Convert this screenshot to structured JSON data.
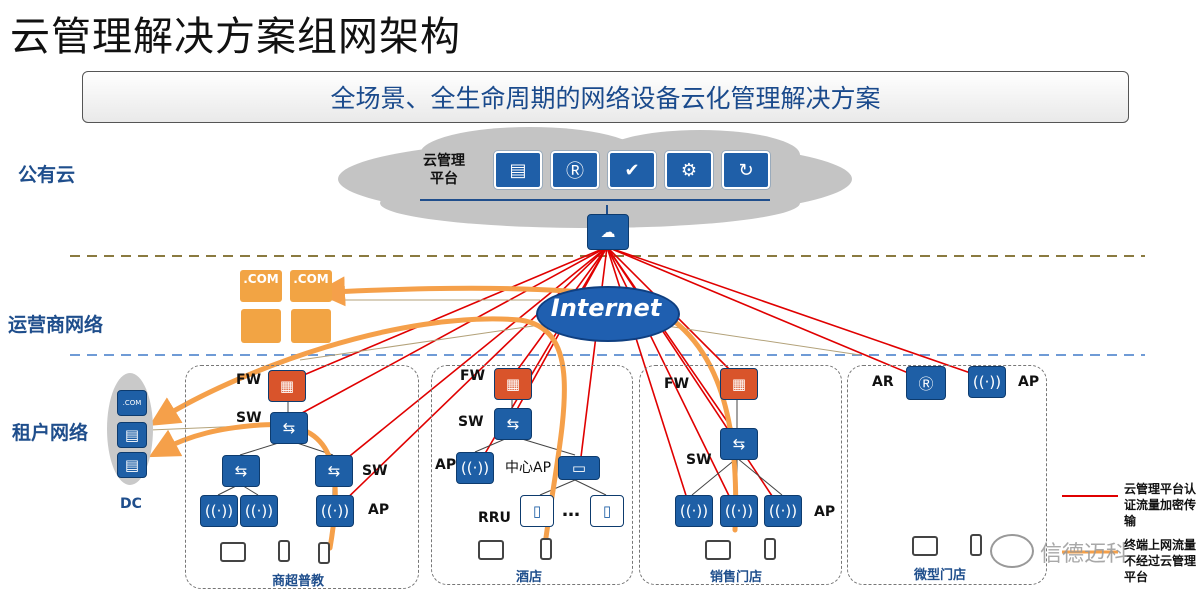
{
  "title": "云管理解决方案组网架构",
  "banner": "全场景、全生命周期的网络设备云化管理解决方案",
  "layers": {
    "public_cloud": "公有云",
    "carrier": "运营商网络",
    "tenant": "租户网络"
  },
  "cloud": {
    "platform_label": "云管理平台",
    "icons": [
      "server-icon",
      "cursor-r-icon",
      "shield-cursor-icon",
      "cloud-gear-icon",
      "cloud-refresh-icon"
    ]
  },
  "internet_label": "Internet",
  "com_label": ".COM",
  "dc_label": "DC",
  "zones": [
    {
      "name": "商超普教",
      "fw": "FW",
      "sw": "SW",
      "sw2": "SW",
      "ap": "AP"
    },
    {
      "name": "酒店",
      "fw": "FW",
      "sw": "SW",
      "ap": "AP",
      "center_ap": "中心AP",
      "rru": "RRU",
      "ellipsis": "…"
    },
    {
      "name": "销售门店",
      "fw": "FW",
      "sw": "SW",
      "ap": "AP"
    },
    {
      "name": "微型门店",
      "ar": "AR",
      "ap": "AP"
    }
  ],
  "legend": {
    "red_line": "云管理平台认证流量加密传输",
    "orange_line": "终端上网流量不经过云管理平台"
  },
  "watermark": "信德迈科",
  "colors": {
    "red_line": "#e00000",
    "orange_line": "#f5a04a",
    "device_blue": "#1e5fa6",
    "label_blue": "#1f4e8c",
    "dashed_top": "#8a7a40",
    "dashed_bottom": "#6f9bd6"
  }
}
